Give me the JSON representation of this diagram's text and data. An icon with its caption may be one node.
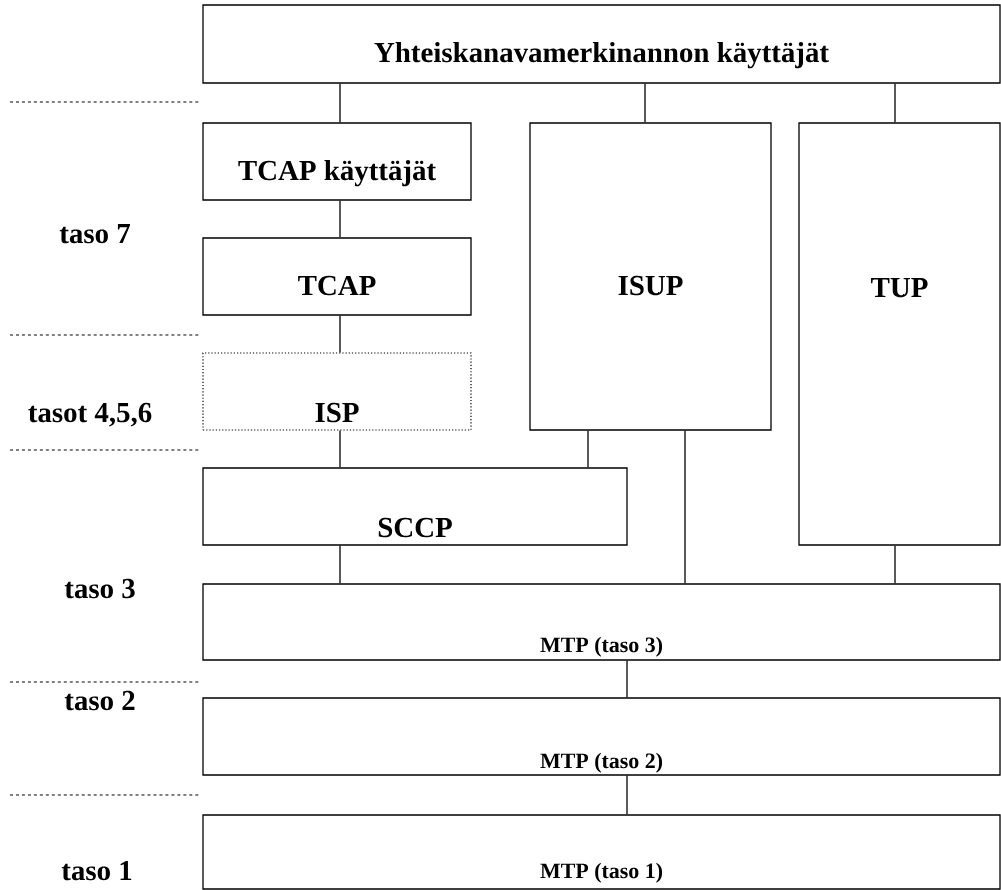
{
  "diagram": {
    "nodes": [
      {
        "text": [
          "Yhteiskanavamerkinannon käyttäjät"
        ]
      },
      {
        "text": [
          "TCAP käyttäjät"
        ]
      },
      {
        "text": [
          "ISUP"
        ]
      },
      {
        "text": [
          "TUP"
        ]
      },
      {
        "text": [
          "TCAP"
        ]
      },
      {
        "text": [
          "ISP"
        ]
      },
      {
        "text": [
          "SCCP"
        ]
      },
      {
        "text": [
          "MTP (taso 3)"
        ]
      },
      {
        "text": [
          "MTP (taso 2)"
        ]
      },
      {
        "text": [
          "MTP (taso 1)"
        ]
      }
    ],
    "edges": [
      {
        "from": 0,
        "to": 1,
        "arrow": "none"
      },
      {
        "from": 0,
        "to": 2,
        "arrow": "none"
      },
      {
        "from": 0,
        "to": 3,
        "arrow": "none"
      },
      {
        "from": 1,
        "to": 4,
        "arrow": "none"
      },
      {
        "from": 4,
        "to": 5,
        "arrow": "none"
      },
      {
        "from": 5,
        "to": 6,
        "arrow": "none"
      },
      {
        "from": 2,
        "to": 6,
        "arrow": "none"
      },
      {
        "from": 6,
        "to": 7,
        "arrow": "none"
      },
      {
        "from": 2,
        "to": 7,
        "arrow": "none"
      },
      {
        "from": 3,
        "to": 7,
        "arrow": "none"
      },
      {
        "from": 7,
        "to": 8,
        "arrow": "none"
      },
      {
        "from": 8,
        "to": 9,
        "arrow": "none"
      }
    ],
    "labels": [
      "taso 7",
      "tasot 4,5,6",
      "taso 3",
      "taso 2",
      "taso 1"
    ]
  }
}
